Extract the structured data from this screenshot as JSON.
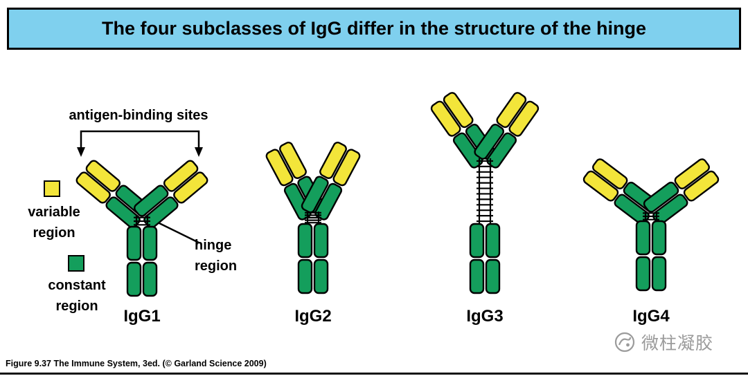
{
  "header": {
    "title": "The four subclasses of IgG differ in the structure of the hinge"
  },
  "annotations": {
    "antigen_binding_sites": "antigen-binding sites",
    "hinge_region": "hinge region"
  },
  "legend": {
    "variable_label": "variable region",
    "constant_label": "constant region"
  },
  "subclasses": [
    {
      "label": "IgG1"
    },
    {
      "label": "IgG2"
    },
    {
      "label": "IgG3"
    },
    {
      "label": "IgG4"
    }
  ],
  "caption": {
    "figure_number": "Figure 9.37",
    "source": "The Immune System, 3ed. (© Garland Science 2009)"
  },
  "watermark": {
    "text": "微柱凝胶"
  },
  "colors": {
    "title_bar": "#7fd0ee",
    "variable_region": "#f3e53a",
    "constant_region": "#149e5c",
    "outline": "#000000",
    "watermark": "#9b9b9b"
  }
}
